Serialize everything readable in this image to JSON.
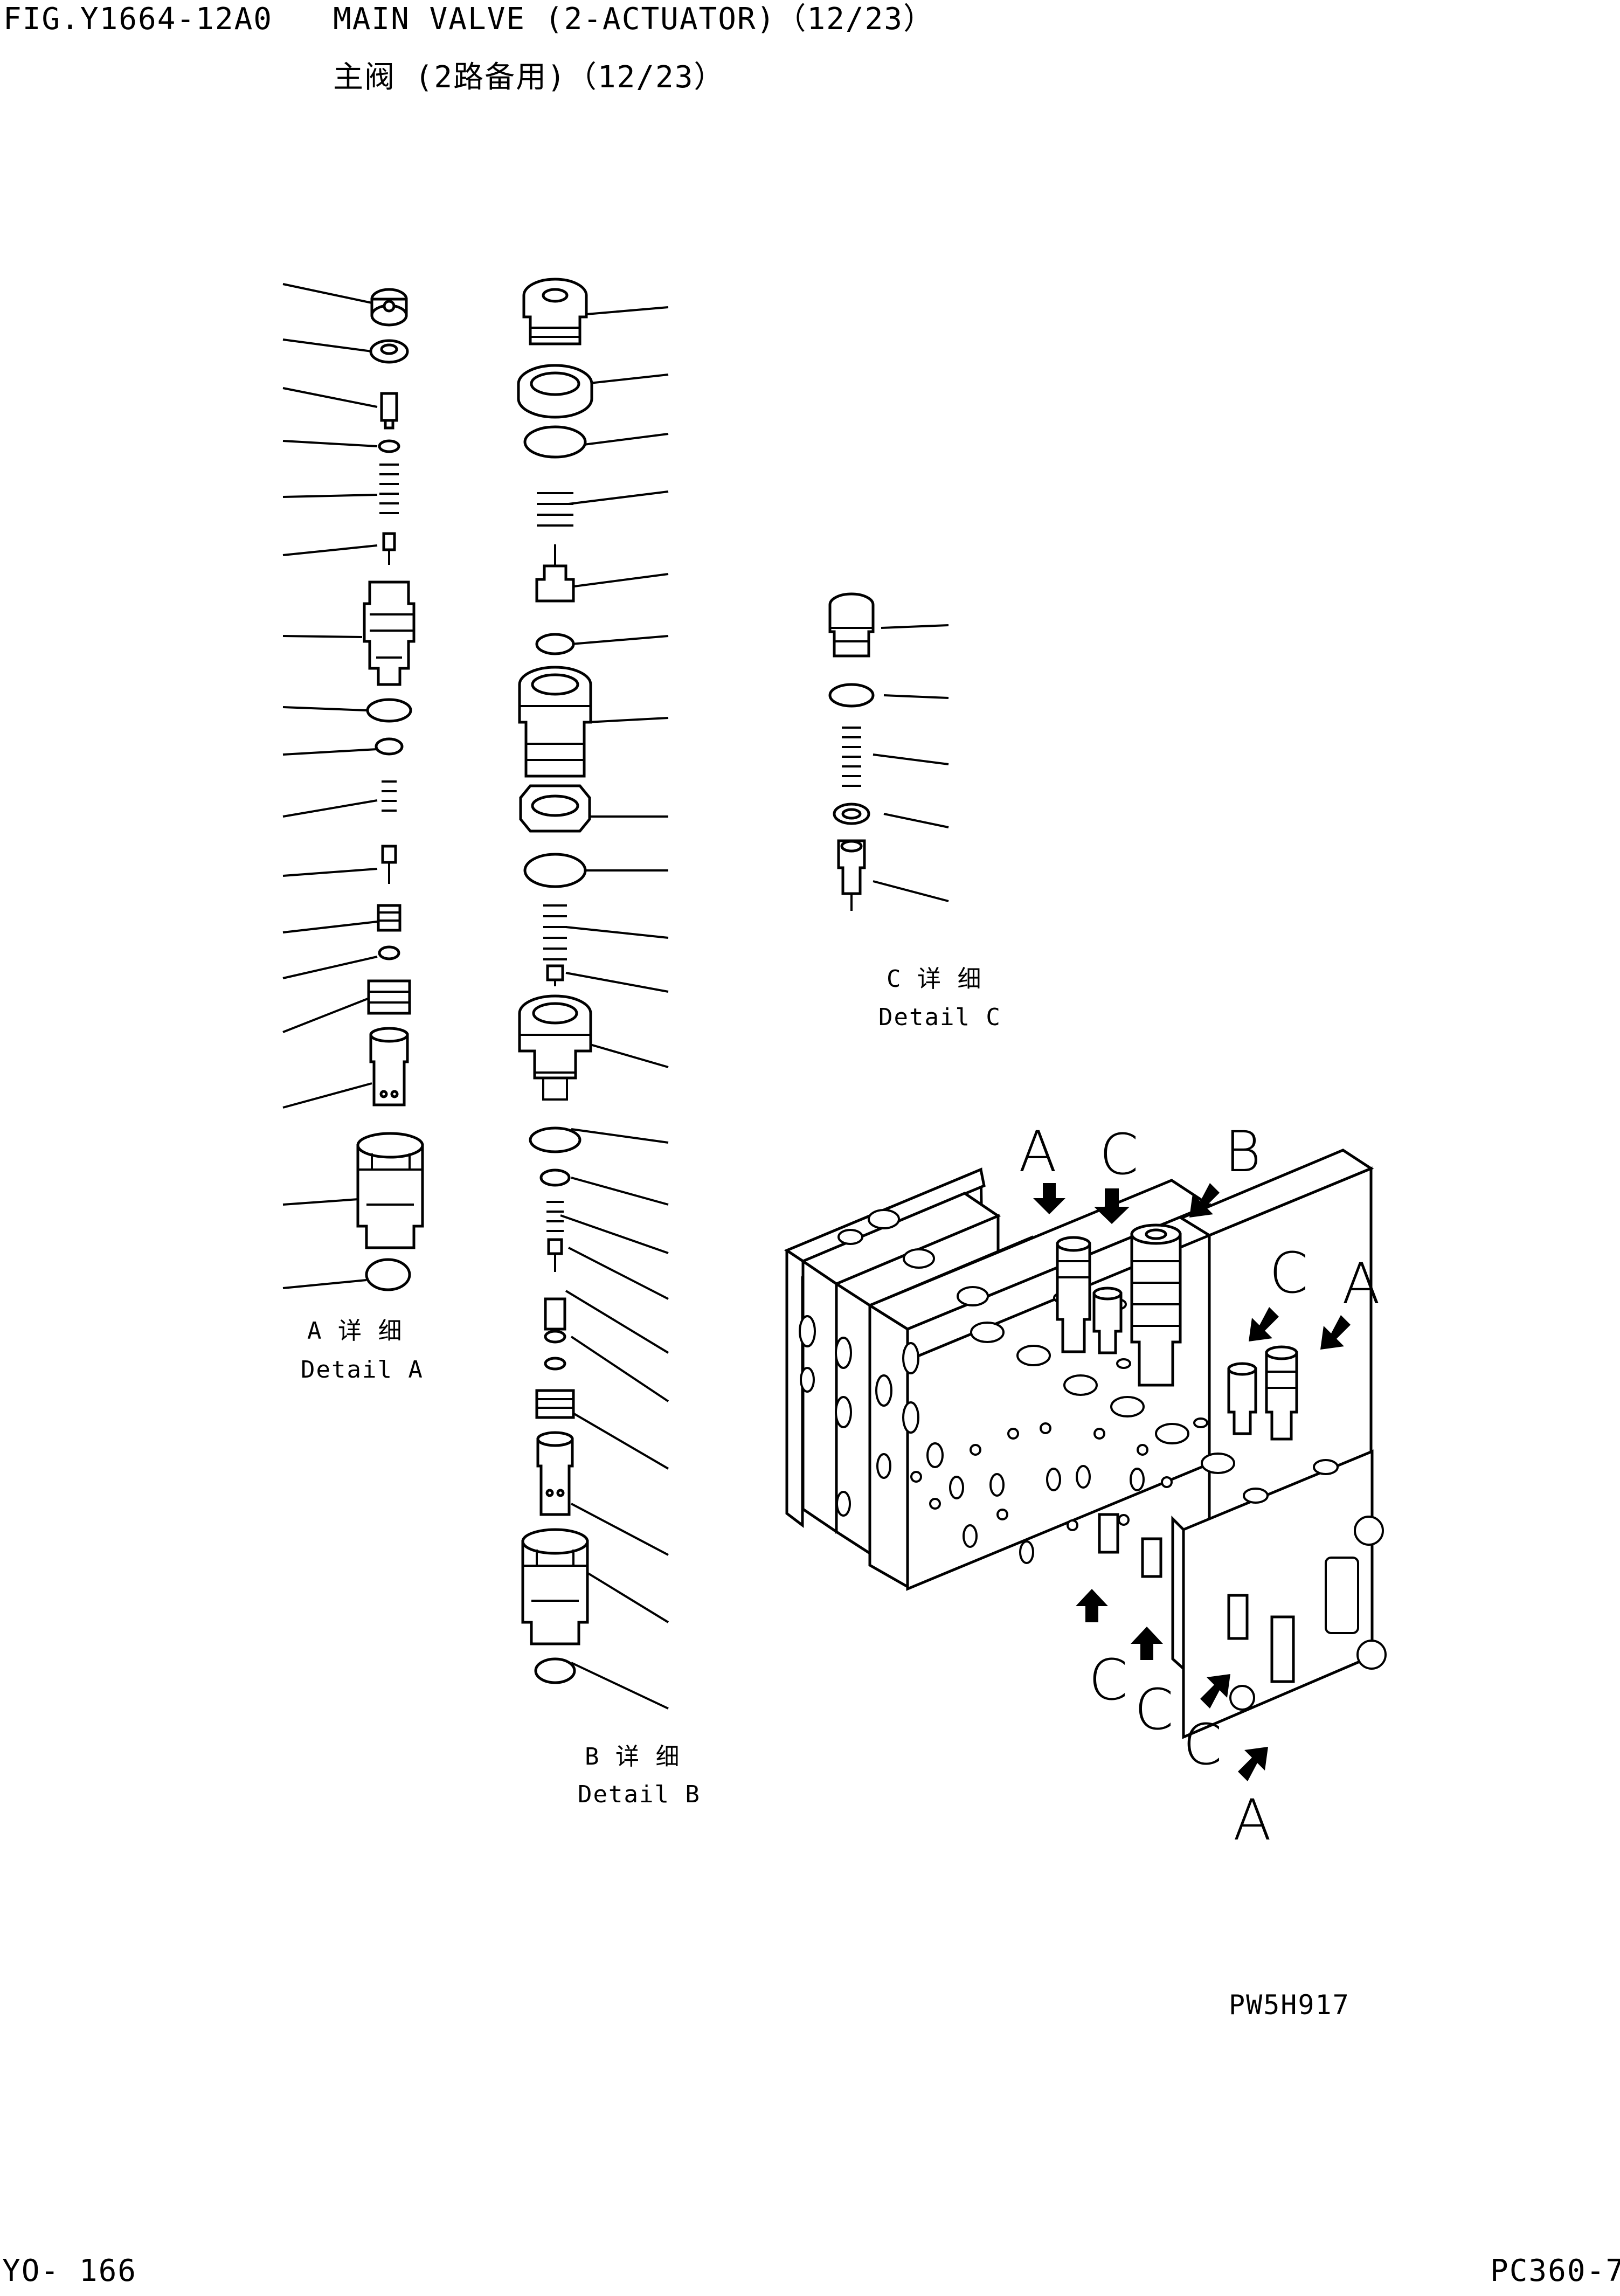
{
  "header": {
    "fig_number": "FIG.Y1664-12A0",
    "title_en": "MAIN VALVE (2-ACTUATOR)（12/23）",
    "title_cn": "主阀 (2路备用)（12/23）"
  },
  "details": {
    "a": {
      "cn": "A 详 细",
      "en": "Detail A"
    },
    "b": {
      "cn": "B 详 细",
      "en": "Detail B"
    },
    "c": {
      "cn": "C 详 细",
      "en": "Detail C"
    }
  },
  "callouts": [
    "A",
    "C",
    "B",
    "C",
    "A",
    "C",
    "C",
    "C",
    "A"
  ],
  "drawing_code": "PW5H917",
  "footer": {
    "page": "YO- 166",
    "model": "PC360-7"
  },
  "icons": {
    "arrow": "callout-arrow-icon"
  }
}
